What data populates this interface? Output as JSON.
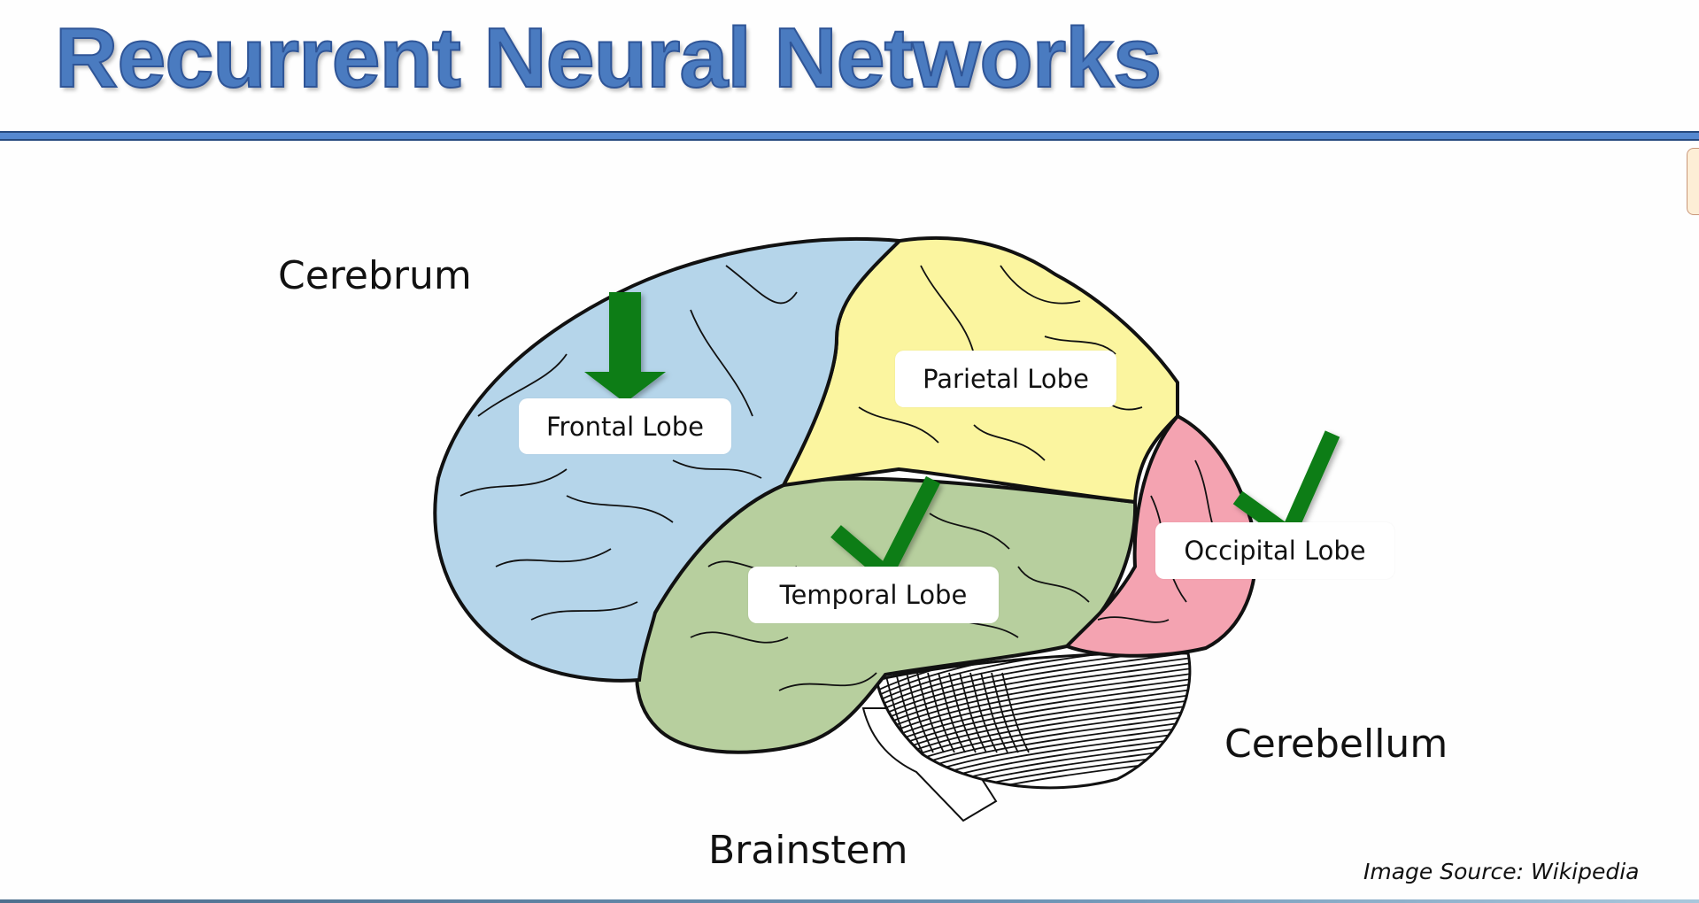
{
  "slide": {
    "title": "Recurrent Neural Networks",
    "image_source": "Image Source: Wikipedia"
  },
  "diagram": {
    "region_labels": {
      "cerebrum": "Cerebrum",
      "cerebellum": "Cerebellum",
      "brainstem": "Brainstem"
    },
    "lobes": [
      {
        "id": "frontal",
        "label": "Frontal Lobe",
        "color": "#b5d5ea",
        "marker": "down-arrow"
      },
      {
        "id": "parietal",
        "label": "Parietal Lobe",
        "color": "#fbf59f",
        "marker": "none"
      },
      {
        "id": "temporal",
        "label": "Temporal Lobe",
        "color": "#b7cf9e",
        "marker": "checkmark"
      },
      {
        "id": "occipital",
        "label": "Occipital Lobe",
        "color": "#f4a3b1",
        "marker": "checkmark"
      }
    ],
    "marker_color": "#0a7d12"
  },
  "colors": {
    "title": "#4a7bc0",
    "title_outline": "#2f5597",
    "rule": "#5588d0"
  }
}
